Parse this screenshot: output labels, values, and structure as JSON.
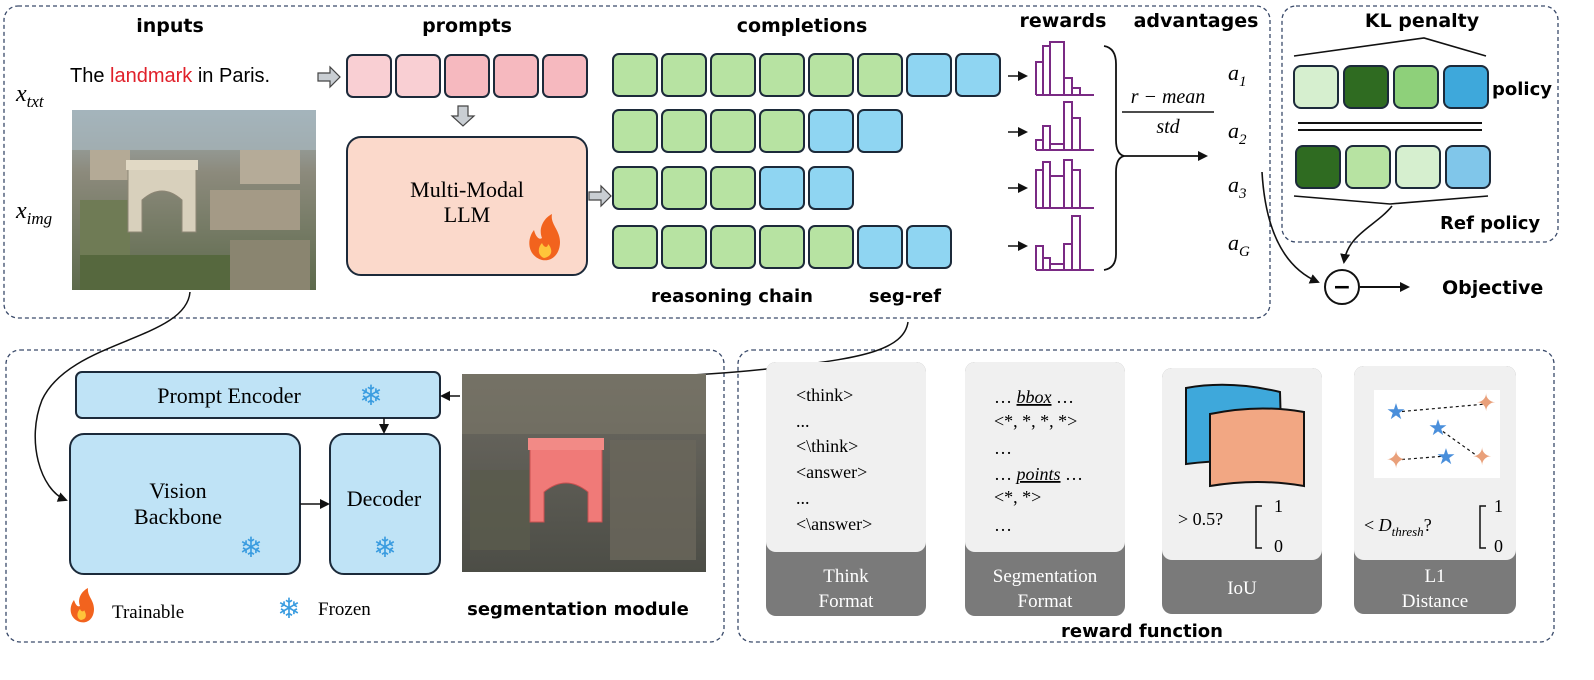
{
  "headers": {
    "inputs": "inputs",
    "prompts": "prompts",
    "completions": "completions",
    "rewards": "rewards",
    "advantages": "advantages",
    "kl_penalty": "KL penalty"
  },
  "inputs": {
    "x_txt_base": "x",
    "x_txt_sub": "txt",
    "x_img_base": "x",
    "x_img_sub": "img",
    "text_before": "The ",
    "text_highlight": "landmark",
    "text_after": " in Paris."
  },
  "llm": {
    "line1": "Multi-Modal",
    "line2": "LLM"
  },
  "completions_labels": {
    "reasoning": "reasoning chain",
    "segref": "seg-ref"
  },
  "advantage_formula": {
    "numerator": "r − mean",
    "denominator": "std"
  },
  "advantages": [
    {
      "base": "a",
      "sub": "1"
    },
    {
      "base": "a",
      "sub": "2"
    },
    {
      "base": "a",
      "sub": "3"
    },
    {
      "base": "a",
      "sub": "G"
    }
  ],
  "kl": {
    "policy": "policy",
    "ref_policy": "Ref policy",
    "objective": "Objective",
    "minus": "−"
  },
  "segmentation": {
    "prompt_encoder": "Prompt Encoder",
    "vision_line1": "Vision",
    "vision_line2": "Backbone",
    "decoder": "Decoder",
    "module_label": "segmentation module",
    "trainable": "Trainable",
    "frozen": "Frozen",
    "snowflake": "❄"
  },
  "reward_function": {
    "label": "reward  function",
    "cards": [
      {
        "lines": [
          "<think>",
          "...",
          "<\\think>",
          "<answer>",
          "...",
          "<\\answer>"
        ],
        "footer": [
          "Think",
          "Format"
        ]
      },
      {
        "line1_pre": "… ",
        "line1_em": "bbox",
        "line1_post": " …",
        "line2": "<*, *, *, *>",
        "line3": "…",
        "line4_pre": "… ",
        "line4_em": "points",
        "line4_post": " …",
        "line5": "<*, *>",
        "line6": "…",
        "footer": [
          "Segmentation",
          "Format"
        ]
      },
      {
        "condition": "> 0.5?",
        "one": "1",
        "zero": "0",
        "footer": [
          "IoU"
        ]
      },
      {
        "cond_pre": "< ",
        "cond_base": "D",
        "cond_sub": "thresh",
        "cond_post": "?",
        "one": "1",
        "zero": "0",
        "footer": [
          "L1",
          "Distance"
        ]
      }
    ]
  },
  "colors": {
    "prompt_pink": "#f9cfd3",
    "prompt_pink_mid": "#f6b9bf",
    "completion_green": "#b7e3a2",
    "completion_blue": "#8fd5f2",
    "reward_purple": "#7a2a84",
    "llm_fill": "#fbd9cb",
    "module_blue": "#bfe3f6",
    "kl_light": "#d6efcf",
    "kl_dark": "#2f6b21",
    "kl_mid": "#8ed07a",
    "kl_blue": "#3ea8db",
    "kl_lightblue": "#80c6ea",
    "iou_blue": "#3ea8db",
    "iou_orange": "#f2a783",
    "star_blue": "#4a8fdb",
    "star_orange": "#e9a07a",
    "highlight_red": "#e0202a",
    "card_gray": "#7a7a7a",
    "card_light": "#f0f0f0"
  }
}
